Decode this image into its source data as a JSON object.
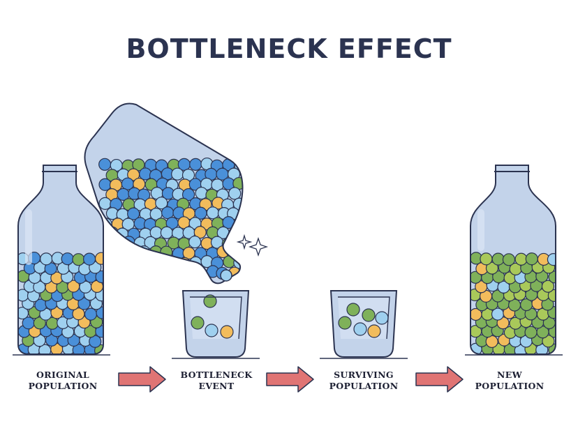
{
  "title": "BOTTLENECK EFFECT",
  "stages": [
    {
      "line1": "ORIGINAL",
      "line2": "POPULATION"
    },
    {
      "line1": "BOTTLENECK",
      "line2": "EVENT"
    },
    {
      "line1": "SURVIVING",
      "line2": "POPULATION"
    },
    {
      "line1": "NEW",
      "line2": "POPULATION"
    }
  ],
  "colors": {
    "glass": "#c3d3ea",
    "glass_highlight": "#dbe6f5",
    "outline": "#2b3350",
    "arrow": "#e07474",
    "ball_blue": "#4a90d9",
    "ball_lightblue": "#9fd0ef",
    "ball_orange": "#f2bc5c",
    "ball_green": "#7fb15a",
    "ball_yellowgreen": "#a9c95a"
  }
}
